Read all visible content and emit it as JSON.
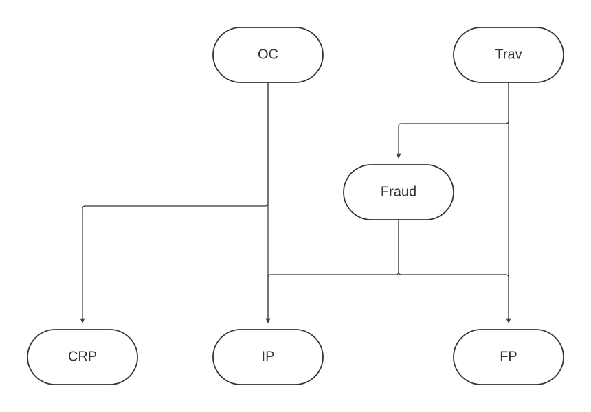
{
  "diagram": {
    "nodes": {
      "oc": {
        "label": "OC"
      },
      "trav": {
        "label": "Trav"
      },
      "fraud": {
        "label": "Fraud"
      },
      "crp": {
        "label": "CRP"
      },
      "ip": {
        "label": "IP"
      },
      "fp": {
        "label": "FP"
      }
    },
    "edges": [
      {
        "from": "OC",
        "to": "CRP"
      },
      {
        "from": "OC",
        "to": "IP"
      },
      {
        "from": "Trav",
        "to": "Fraud"
      },
      {
        "from": "Trav",
        "to": "FP"
      },
      {
        "from": "Fraud",
        "to": "IP"
      },
      {
        "from": "Fraud",
        "to": "FP"
      }
    ],
    "colors": {
      "stroke": "#333333",
      "background": "#ffffff"
    }
  }
}
